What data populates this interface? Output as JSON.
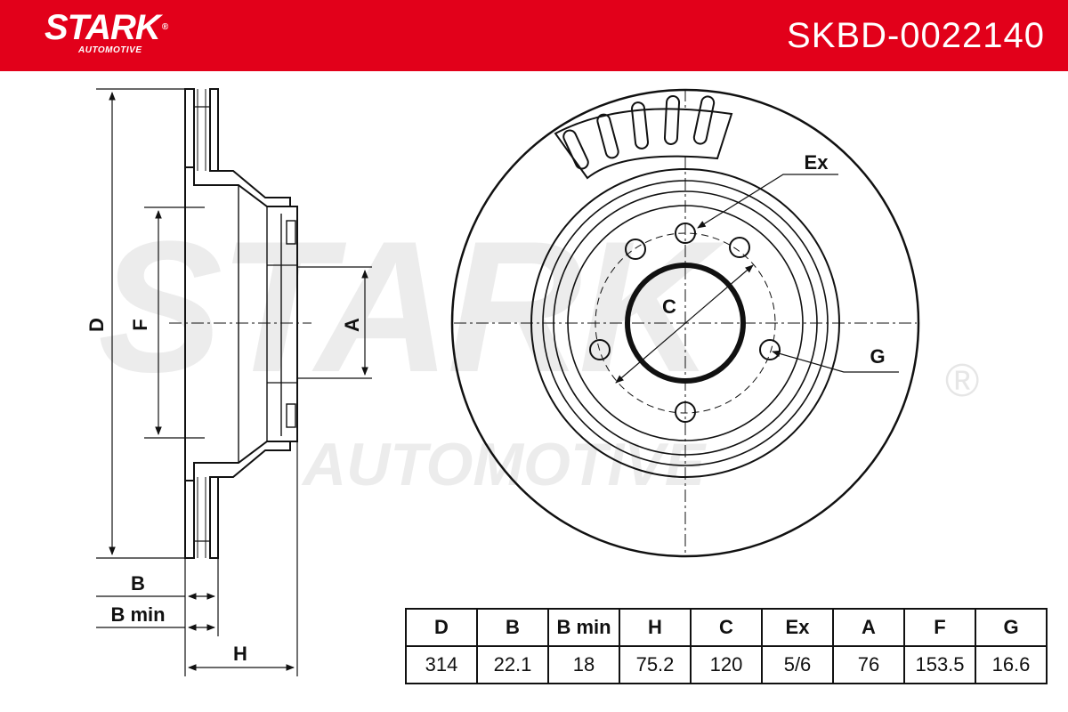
{
  "header": {
    "logo_text": "STARK",
    "logo_sub": "AUTOMOTIVE",
    "part_number": "SKBD-0022140",
    "background_color": "#e2001a"
  },
  "watermark": {
    "text": "STARK",
    "sub": "AUTOMOTIVE",
    "registered": "®"
  },
  "labels": {
    "D": "D",
    "F": "F",
    "A": "A",
    "B": "B",
    "B_min": "B min",
    "H": "H",
    "C": "C",
    "Ex": "Ex",
    "G": "G"
  },
  "spec_table": {
    "headers": [
      "D",
      "B",
      "B min",
      "H",
      "C",
      "Ex",
      "A",
      "F",
      "G"
    ],
    "values": [
      "314",
      "22.1",
      "18",
      "75.2",
      "120",
      "5/6",
      "76",
      "153.5",
      "16.6"
    ]
  }
}
